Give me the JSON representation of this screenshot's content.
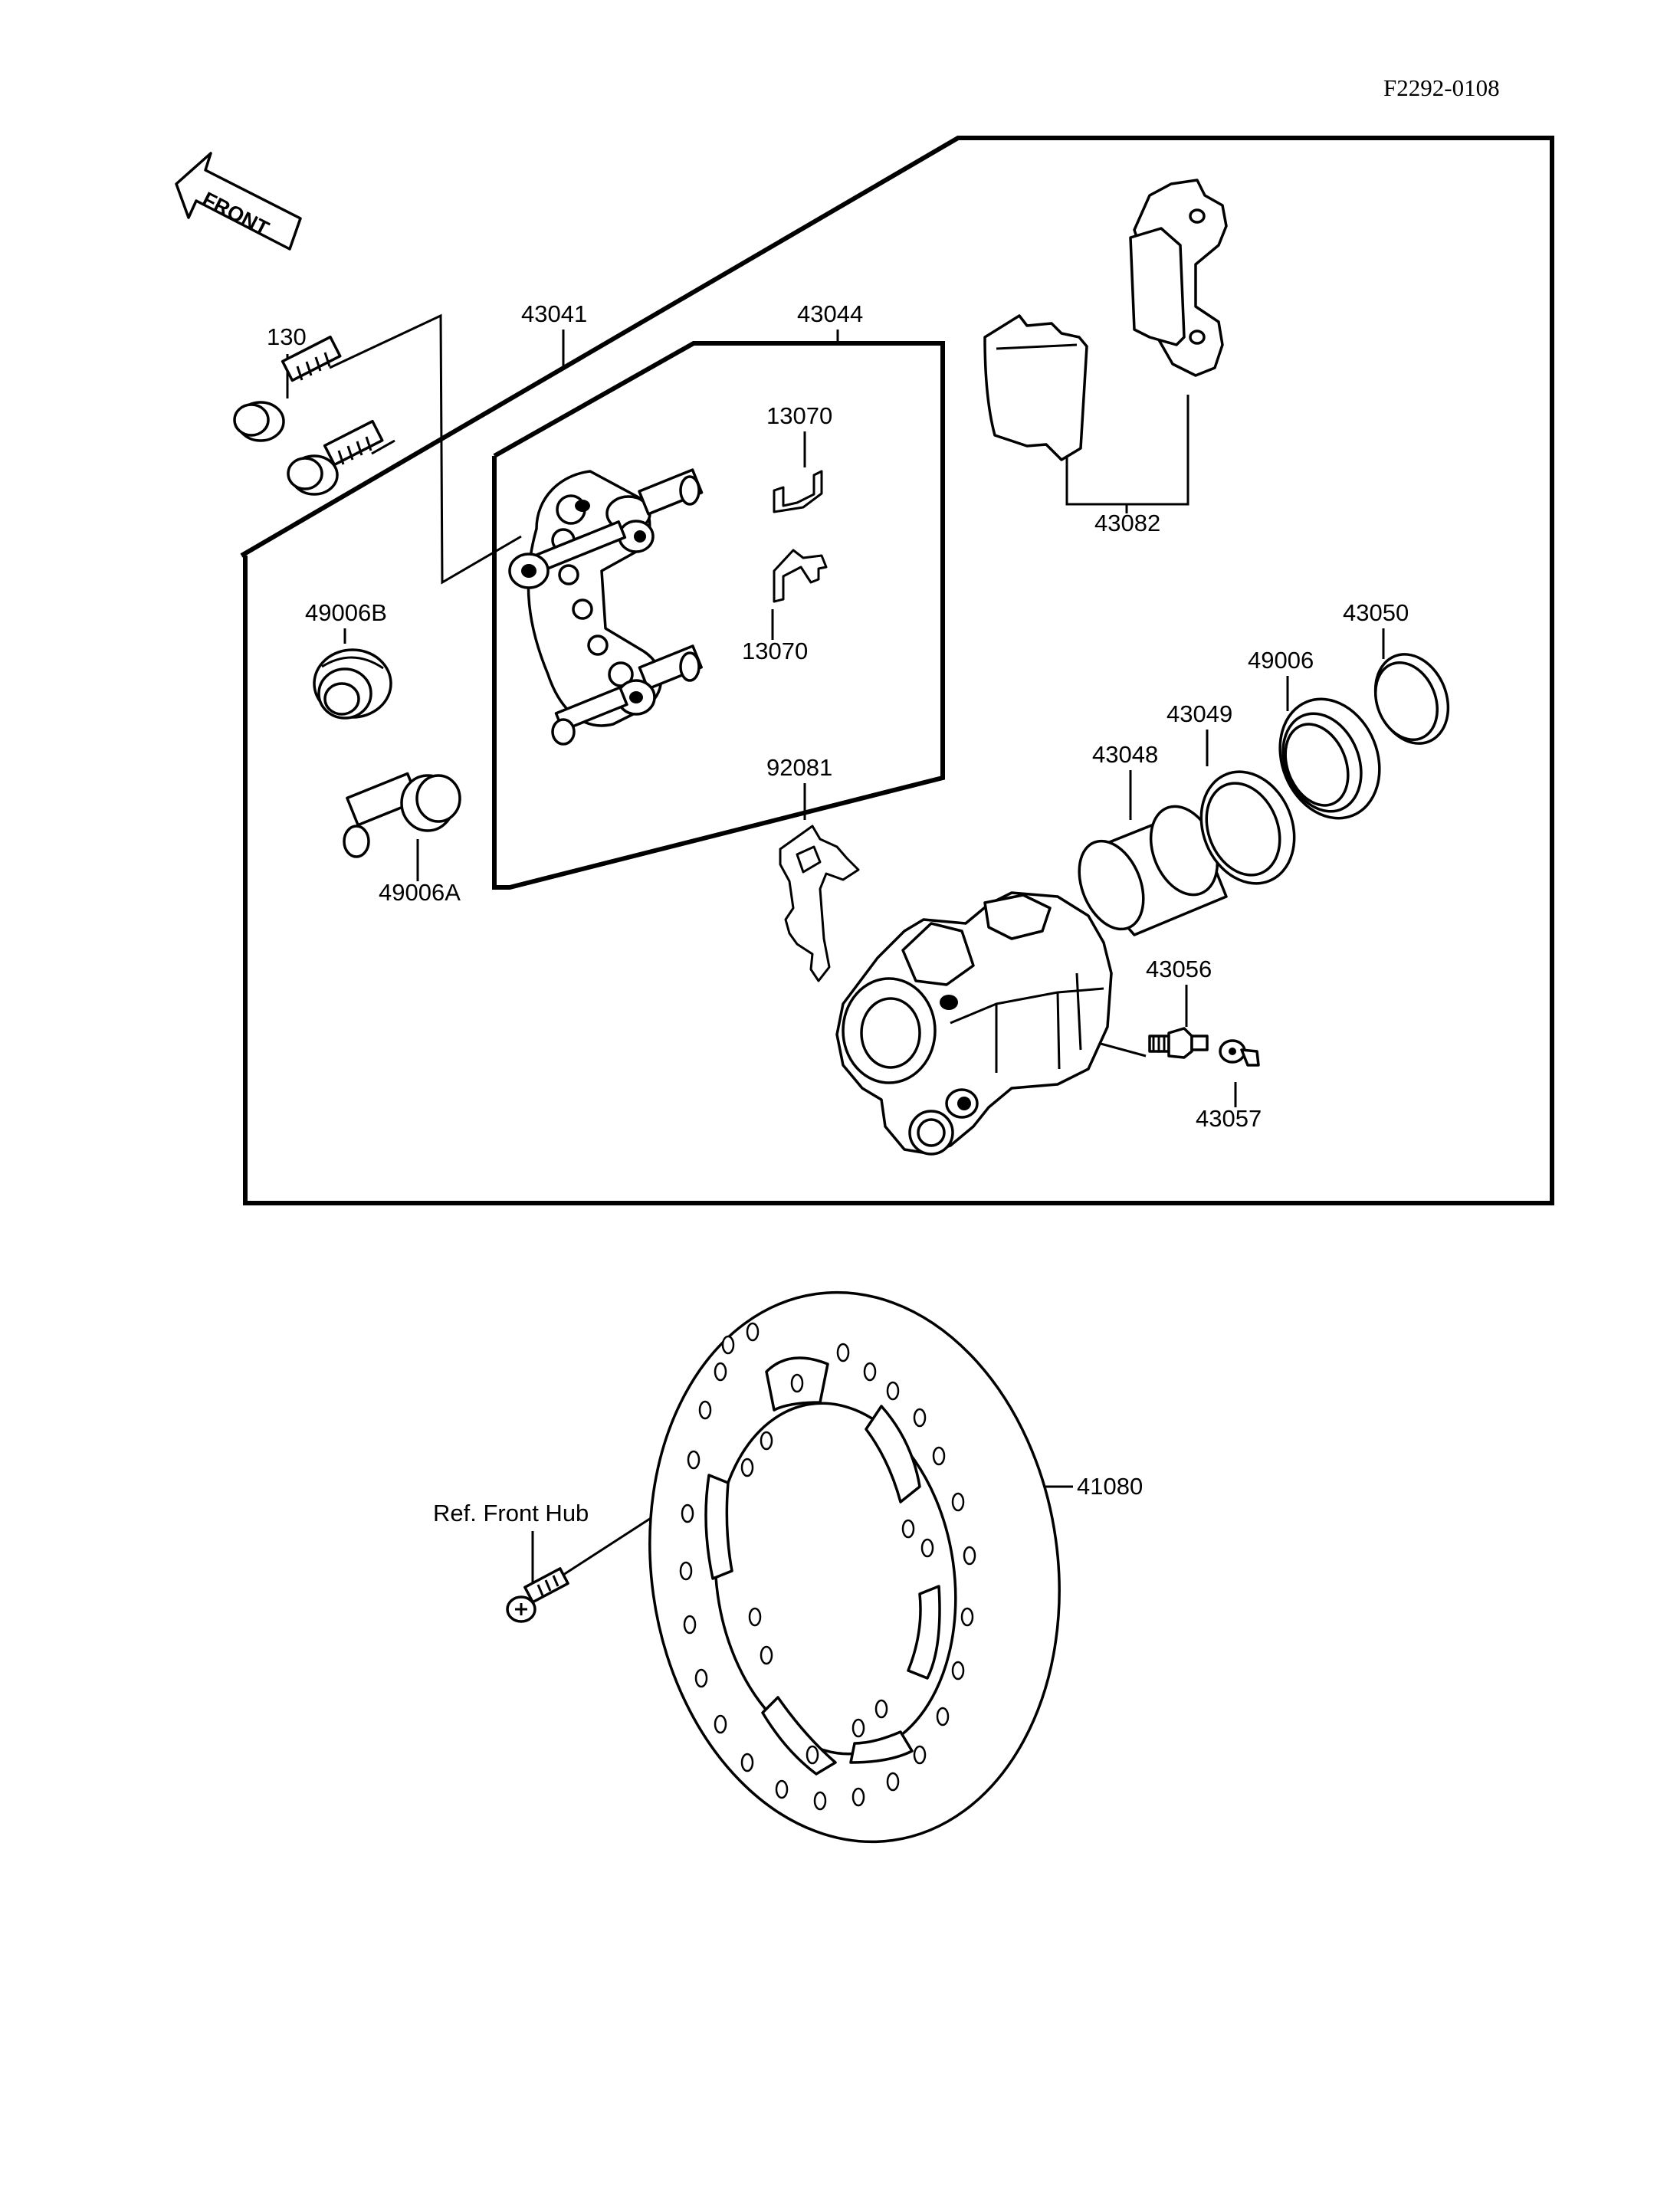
{
  "diagram_code": "F2292-0108",
  "front_arrow_label": "FRONT",
  "labels": {
    "p130": "130",
    "p43041": "43041",
    "p43044": "43044",
    "p13070_top": "13070",
    "p13070_bottom": "13070",
    "p43082": "43082",
    "p49006B": "49006B",
    "p49006A": "49006A",
    "p92081": "92081",
    "p43048": "43048",
    "p43049": "43049",
    "p49006": "49006",
    "p43050": "43050",
    "p43056": "43056",
    "p43057": "43057",
    "p41080": "41080",
    "ref_front_hub": "Ref. Front Hub"
  }
}
